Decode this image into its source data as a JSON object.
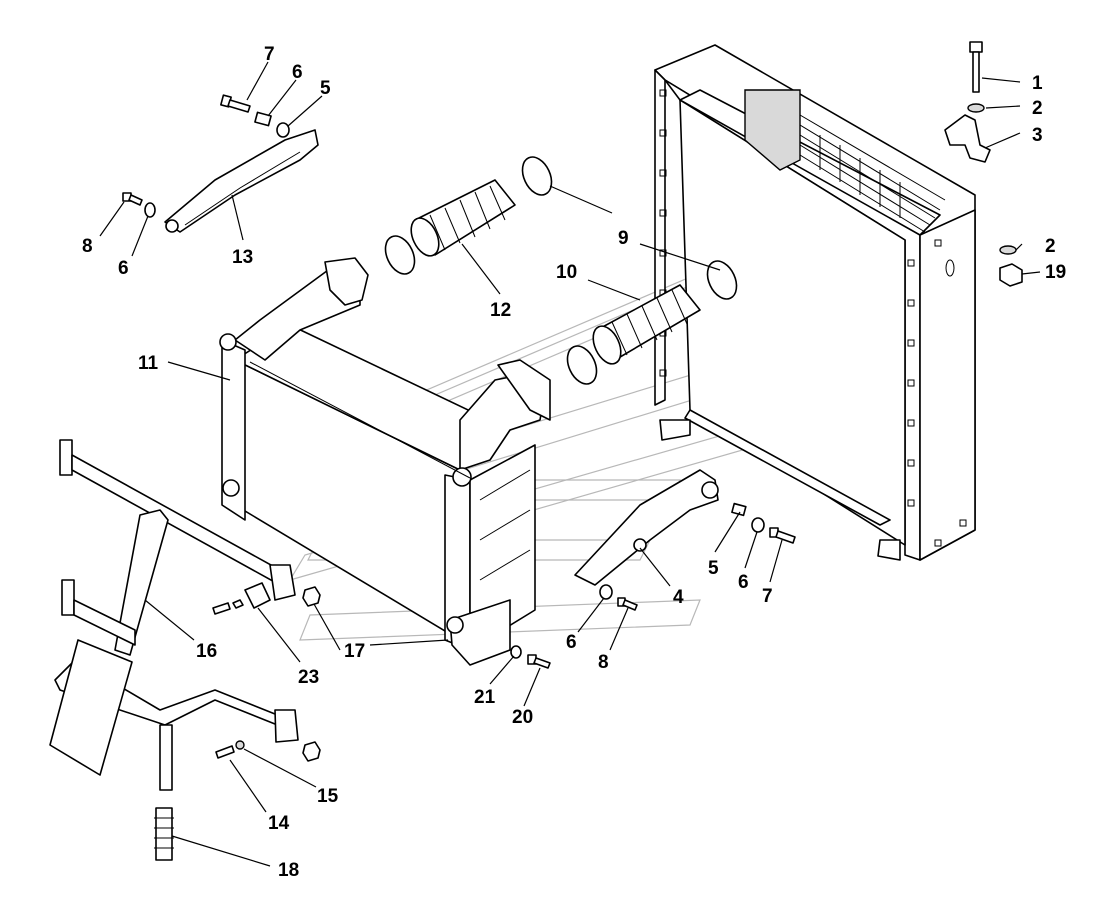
{
  "labels": [
    {
      "id": "1",
      "text": "1"
    },
    {
      "id": "2a",
      "text": "2"
    },
    {
      "id": "3",
      "text": "3"
    },
    {
      "id": "2b",
      "text": "2"
    },
    {
      "id": "19",
      "text": "19"
    },
    {
      "id": "7a",
      "text": "7"
    },
    {
      "id": "6a",
      "text": "6"
    },
    {
      "id": "5a",
      "text": "5"
    },
    {
      "id": "8a",
      "text": "8"
    },
    {
      "id": "6b",
      "text": "6"
    },
    {
      "id": "13",
      "text": "13"
    },
    {
      "id": "9",
      "text": "9"
    },
    {
      "id": "12",
      "text": "12"
    },
    {
      "id": "10",
      "text": "10"
    },
    {
      "id": "11",
      "text": "11"
    },
    {
      "id": "4",
      "text": "4"
    },
    {
      "id": "5b",
      "text": "5"
    },
    {
      "id": "6c",
      "text": "6"
    },
    {
      "id": "7b",
      "text": "7"
    },
    {
      "id": "6d",
      "text": "6"
    },
    {
      "id": "8b",
      "text": "8"
    },
    {
      "id": "16",
      "text": "16"
    },
    {
      "id": "23",
      "text": "23"
    },
    {
      "id": "17",
      "text": "17"
    },
    {
      "id": "21",
      "text": "21"
    },
    {
      "id": "20",
      "text": "20"
    },
    {
      "id": "15",
      "text": "15"
    },
    {
      "id": "14",
      "text": "14"
    },
    {
      "id": "18",
      "text": "18"
    }
  ]
}
